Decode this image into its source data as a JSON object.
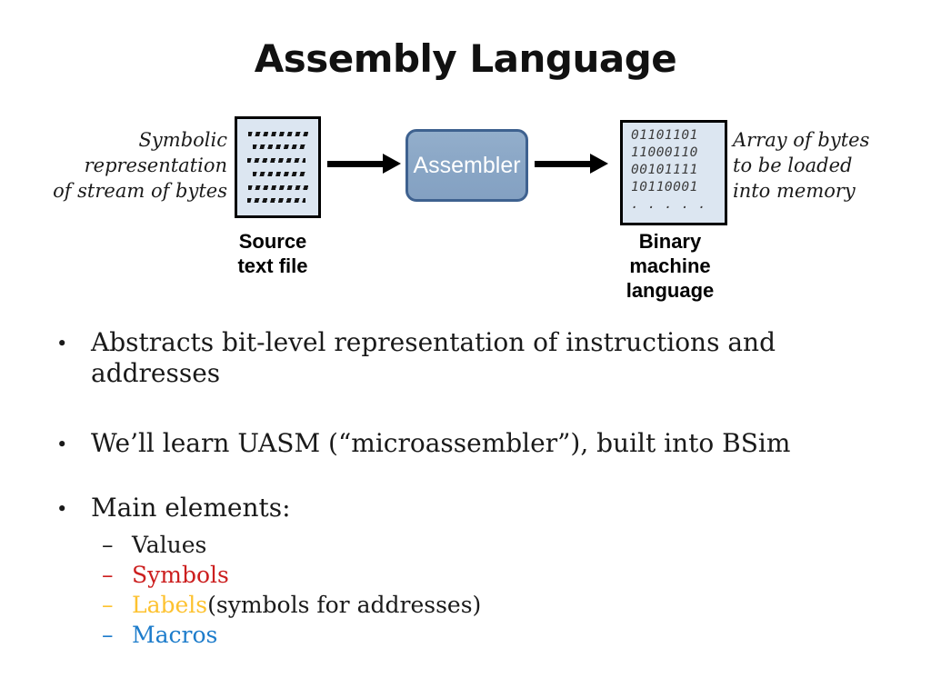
{
  "slide": {
    "title": "Assembly Language",
    "colors": {
      "file_box_fill": "#dce6f1",
      "file_box_border": "#000000",
      "assembler_fill": "#88a5c5",
      "assembler_border": "#3e618f",
      "assembler_text": "#ffffff",
      "values_black": "#1a1a1a",
      "symbols_red": "#cc1f1f",
      "labels_yellow": "#fdc230",
      "macros_blue": "#1d7ccb"
    },
    "diagram": {
      "left_caption": {
        "lines": [
          "Symbolic",
          "representation",
          "of stream of bytes"
        ]
      },
      "assembler_label": "Assembler",
      "binary_box": {
        "lines": [
          "01101101",
          "11000110",
          "00101111",
          "10110001",
          ". . . . ."
        ]
      },
      "right_caption": {
        "lines": [
          "Array of bytes",
          "to be loaded",
          "into memory"
        ]
      },
      "source_label": {
        "lines": [
          "Source",
          "text file"
        ]
      },
      "binary_label": {
        "lines": [
          "Binary",
          "machine",
          "language"
        ]
      },
      "icons": {
        "arrow_to_assembler": "arrow-right-icon",
        "arrow_to_binary": "arrow-right-icon"
      }
    },
    "bullets": [
      {
        "marker": "•",
        "text": "Abstracts bit-level representation of instructions and addresses"
      },
      {
        "marker": "•",
        "text": "We’ll learn UASM (“microassembler”), built into BSim"
      },
      {
        "marker": "•",
        "text": "Main elements:"
      }
    ],
    "sub_items": [
      {
        "marker": "–",
        "label": "Values",
        "suffix": "",
        "color": "#1a1a1a"
      },
      {
        "marker": "–",
        "label": "Symbols",
        "suffix": "",
        "color": "#cc1f1f"
      },
      {
        "marker": "–",
        "label": "Labels",
        "suffix": " (symbols for addresses)",
        "color": "#fdc230"
      },
      {
        "marker": "–",
        "label": "Macros",
        "suffix": "",
        "color": "#1d7ccb"
      }
    ]
  }
}
